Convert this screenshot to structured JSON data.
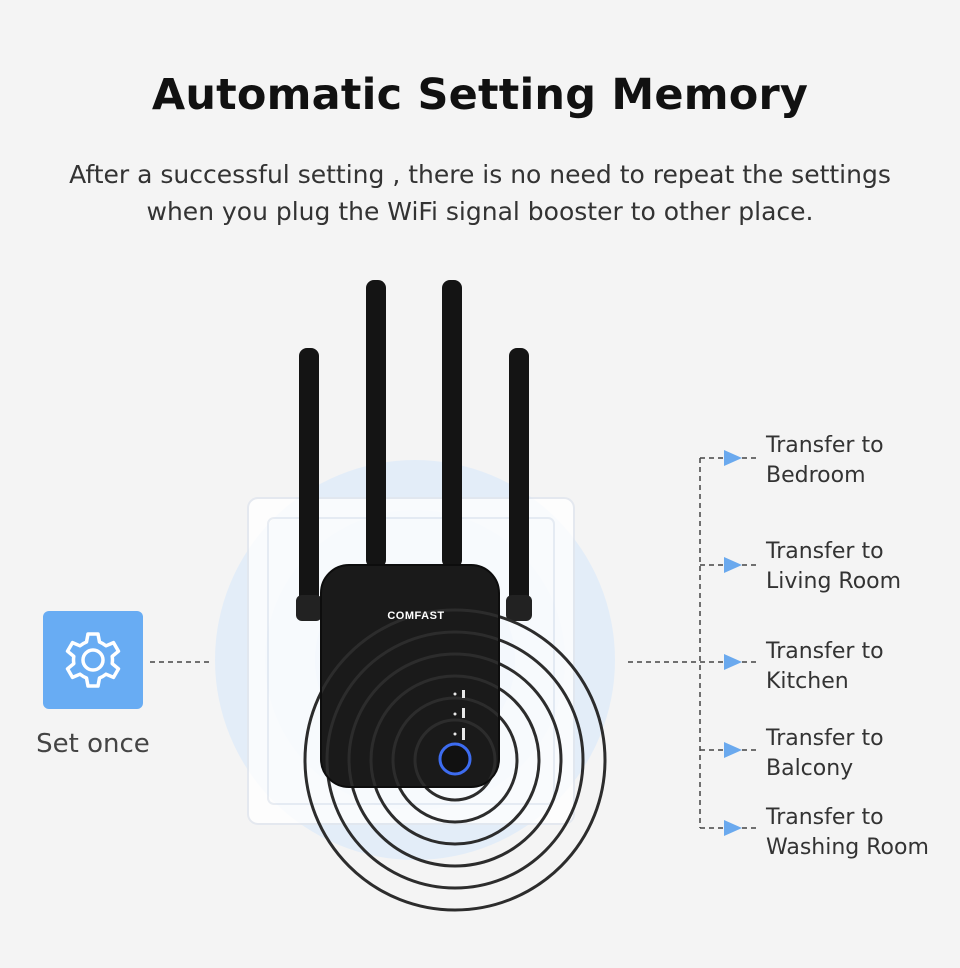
{
  "header": {
    "title": "Automatic Setting Memory",
    "subtitle_line1": "After a successful setting , there is no need to repeat the settings",
    "subtitle_line2": "when you plug the WiFi signal booster to other place."
  },
  "device": {
    "brand": "COMFAST",
    "icon": "wifi-extender-icon"
  },
  "source": {
    "icon": "gear-icon",
    "label": "Set once"
  },
  "destinations": [
    {
      "line1": "Transfer to",
      "line2": "Bedroom"
    },
    {
      "line1": "Transfer to",
      "line2": "Living Room"
    },
    {
      "line1": "Transfer to",
      "line2": "Kitchen"
    },
    {
      "line1": "Transfer to",
      "line2": "Balcony"
    },
    {
      "line1": "Transfer to",
      "line2": "Washing Room"
    }
  ],
  "colors": {
    "accent": "#68acf3",
    "arrow": "#6aa9ee",
    "device": "#1a1a1a"
  }
}
